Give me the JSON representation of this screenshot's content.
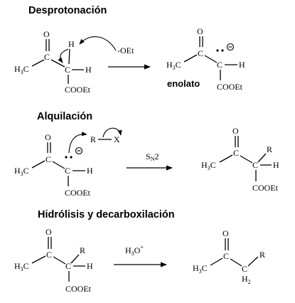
{
  "sections": {
    "deprotonation": {
      "title": "Desprotonación",
      "reagent": "-OEt",
      "product_label": "enolato",
      "charge": "⊖"
    },
    "alkylation": {
      "title": "Alquilación",
      "reagent_R": "R",
      "reagent_X": "X",
      "mechanism_S": "S",
      "mechanism_N": "N",
      "mechanism_2": "2",
      "charge": "⊖"
    },
    "hydrolysis": {
      "title": "Hidrólisis y decarboxilación",
      "reagent_main": "H",
      "reagent_sub": "3",
      "reagent_O": "O",
      "reagent_sup": "+"
    }
  },
  "atoms": {
    "O": "O",
    "C": "C",
    "H": "H",
    "CH3_H": "H",
    "CH3_3": "3",
    "CH3_C": "C",
    "ester": "COOEt",
    "R": "R",
    "H2_H": "H",
    "H2_2": "2"
  }
}
